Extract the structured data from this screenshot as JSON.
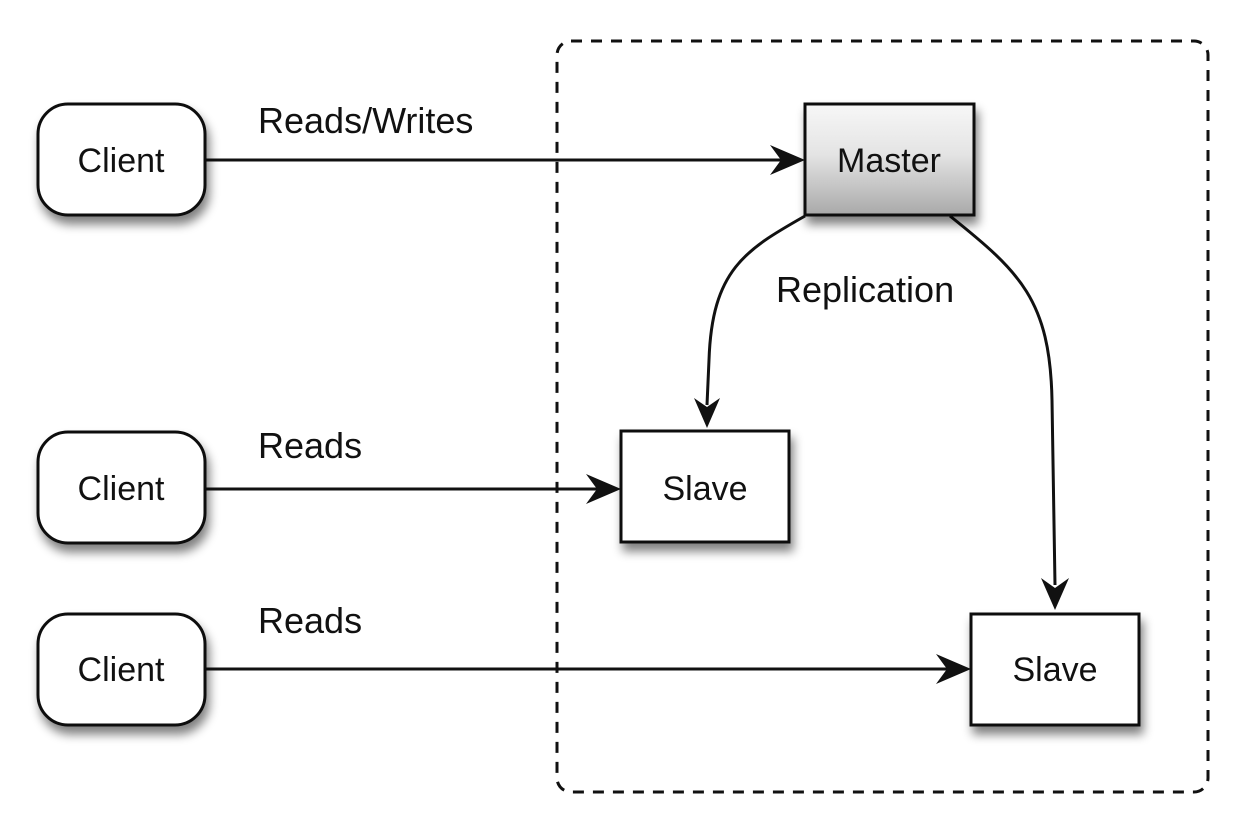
{
  "nodes": {
    "client_1": {
      "label": "Client"
    },
    "client_2": {
      "label": "Client"
    },
    "client_3": {
      "label": "Client"
    },
    "master": {
      "label": "Master"
    },
    "slave_1": {
      "label": "Slave"
    },
    "slave_2": {
      "label": "Slave"
    }
  },
  "edges": {
    "client_1_to_master": {
      "label": "Reads/Writes"
    },
    "client_2_to_slave_1": {
      "label": "Reads"
    },
    "client_3_to_slave_2": {
      "label": "Reads"
    },
    "master_to_slaves": {
      "label": "Replication"
    }
  },
  "colors": {
    "stroke": "#111111",
    "node_fill": "#ffffff",
    "master_fill_top": "#f7f7f7",
    "master_fill_bottom": "#a9a9a9"
  }
}
